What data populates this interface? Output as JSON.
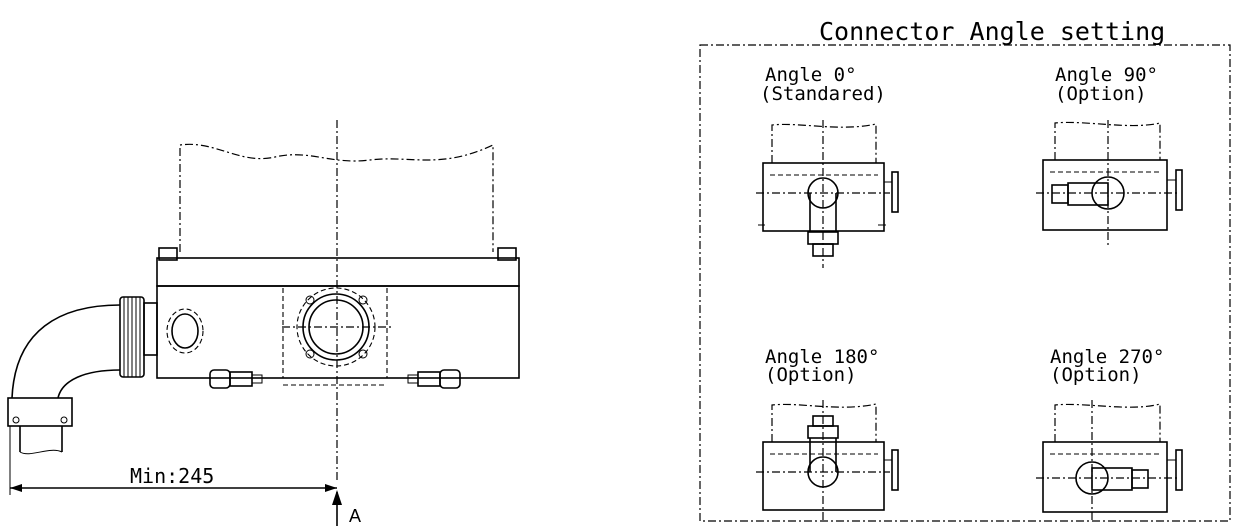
{
  "main_drawing": {
    "dimension_label": "Min:245",
    "view_arrow_label": "A"
  },
  "connector_panel": {
    "title": "Connector Angle setting",
    "variants": [
      {
        "angle_label": "Angle 0°",
        "note": "(Standared)",
        "angle_deg": 0
      },
      {
        "angle_label": "Angle 90°",
        "note": "(Option)",
        "angle_deg": 90
      },
      {
        "angle_label": "Angle 180°",
        "note": "(Option)",
        "angle_deg": 180
      },
      {
        "angle_label": "Angle 270°",
        "note": "(Option)",
        "angle_deg": 270
      }
    ]
  }
}
